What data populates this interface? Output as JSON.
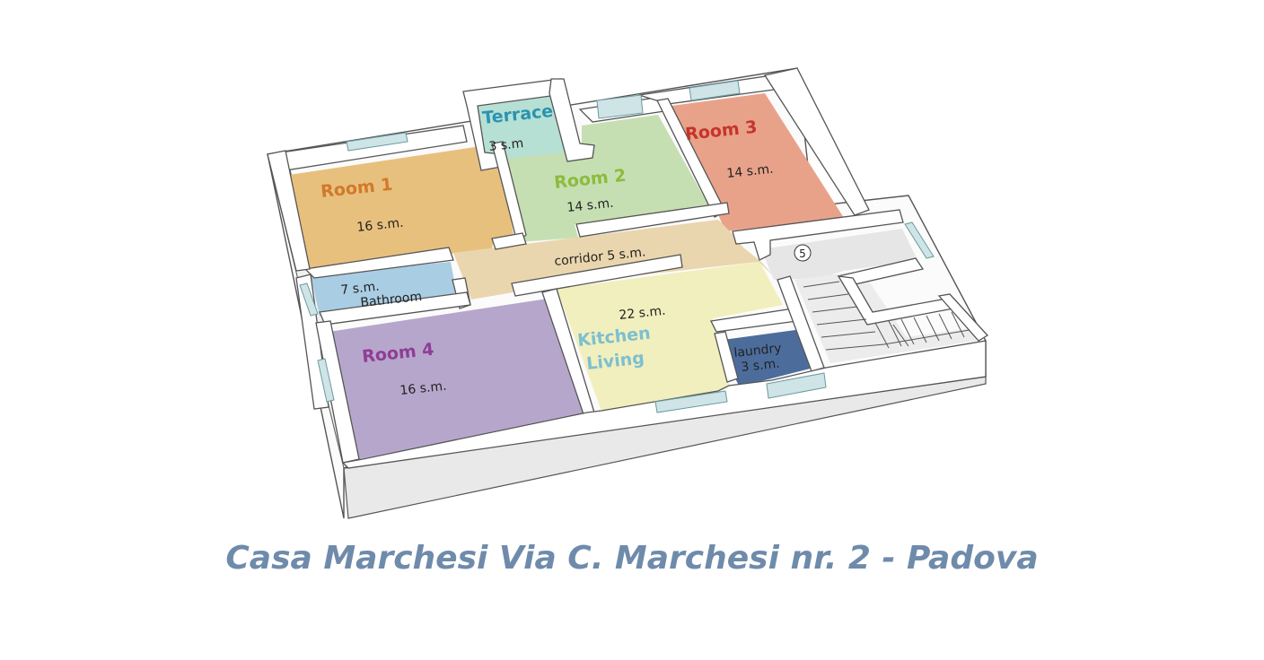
{
  "caption": "Casa Marchesi Via C. Marchesi nr. 2 - Padova",
  "stair_marker": "5",
  "rooms": {
    "room1": {
      "name": "Room 1",
      "area": "16 s.m.",
      "color": "#e8c07e",
      "label_color": "#d17a2a"
    },
    "terrace": {
      "name": "Terrace",
      "area": "3 s.m",
      "color": "#b6e0d4",
      "label_color": "#2a93b0"
    },
    "room2": {
      "name": "Room 2",
      "area": "14 s.m.",
      "color": "#c6dfb2",
      "label_color": "#8dbb3f"
    },
    "room3": {
      "name": "Room 3",
      "area": "14 s.m.",
      "color": "#e9a28a",
      "label_color": "#c4352b"
    },
    "corridor": {
      "name": "corridor",
      "area": "5 s.m.",
      "color": "#ead6ae"
    },
    "bathroom": {
      "name": "Bathroom",
      "area": "7 s.m.",
      "color": "#a9cde3"
    },
    "room4": {
      "name": "Room 4",
      "area": "16 s.m.",
      "color": "#b7a6cc",
      "label_color": "#8e3e96"
    },
    "kitchen": {
      "name_line1": "Kitchen",
      "name_line2": "Living",
      "area": "22 s.m.",
      "color": "#f1efbd",
      "label_color": "#7dbfd1"
    },
    "laundry": {
      "name": "laundry",
      "area": "3 s.m.",
      "color": "#4c6d9c"
    }
  }
}
